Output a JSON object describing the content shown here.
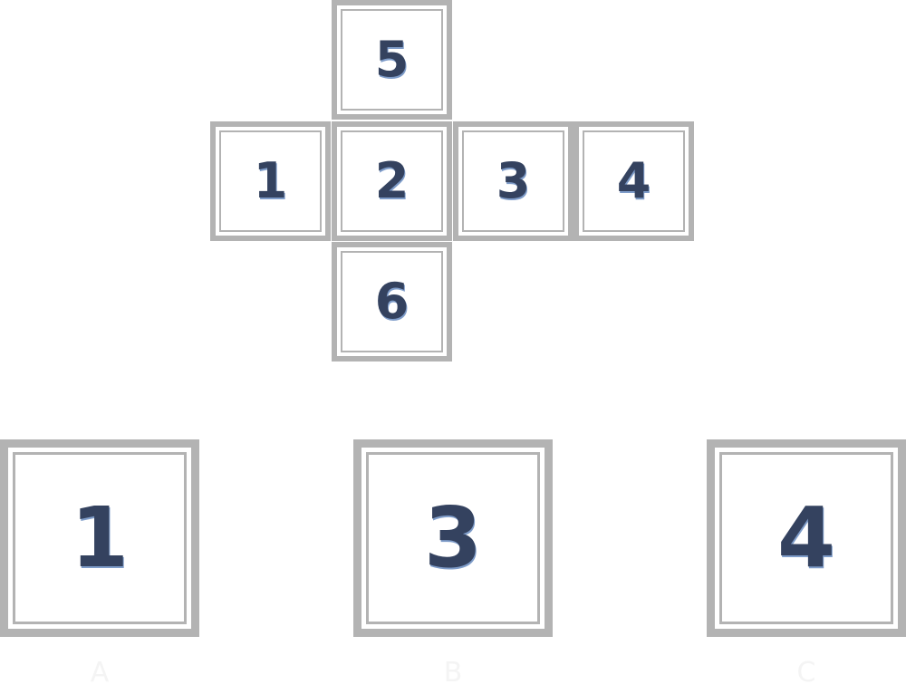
{
  "net": {
    "face_top": "5",
    "face_left": "1",
    "face_center": "2",
    "face_right": "3",
    "face_far_right": "4",
    "face_bottom": "6"
  },
  "options": [
    {
      "label": "A",
      "face": "1"
    },
    {
      "label": "B",
      "face": "3"
    },
    {
      "label": "C",
      "face": "4"
    }
  ],
  "colors": {
    "tile_border": "#b3b3b3",
    "number": "#34425f",
    "number_shadow": "#7e9cc9"
  }
}
